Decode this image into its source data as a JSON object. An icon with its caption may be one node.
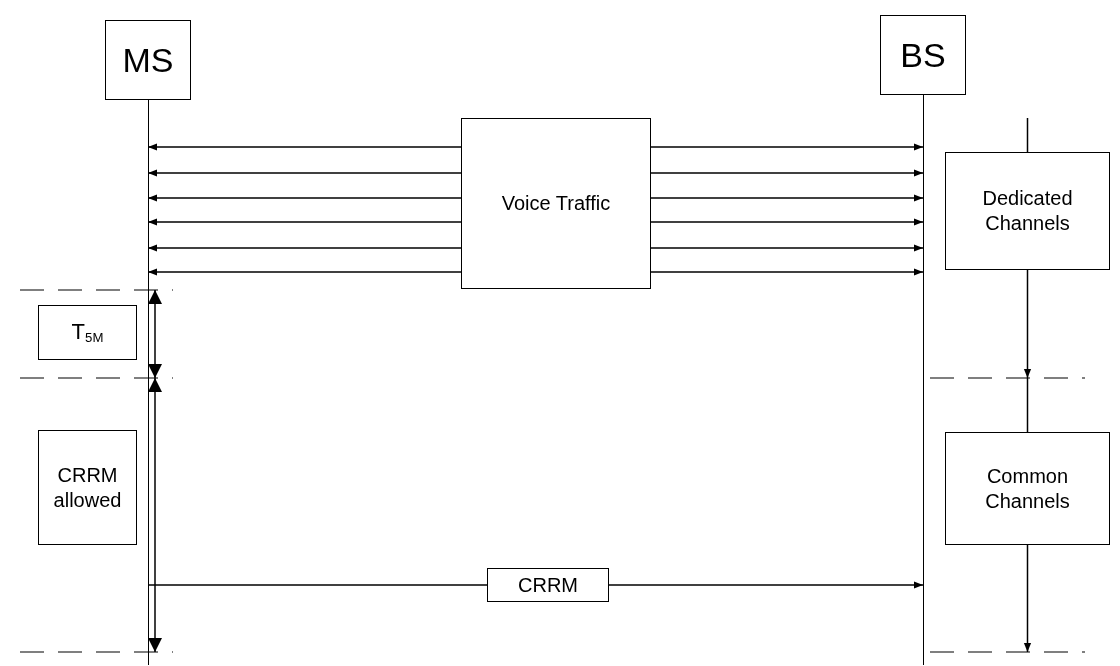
{
  "diagram": {
    "nodes": [
      {
        "text": [
          "MS"
        ]
      },
      {
        "text": [
          "BS"
        ]
      },
      {
        "text": [
          "Voice Traffic"
        ]
      },
      {
        "text": [
          "T$_{5M}$"
        ]
      },
      {
        "text": [
          "CRRM allowed"
        ]
      },
      {
        "text": [
          "CRRM"
        ]
      },
      {
        "text": [
          "Dedicated Channels"
        ]
      },
      {
        "text": [
          "Common Channels"
        ]
      }
    ],
    "edges": [
      {
        "from": 2,
        "to": 0,
        "arrow": "to"
      },
      {
        "from": 2,
        "to": 0,
        "arrow": "to"
      },
      {
        "from": 2,
        "to": 0,
        "arrow": "to"
      },
      {
        "from": 2,
        "to": 0,
        "arrow": "to"
      },
      {
        "from": 2,
        "to": 0,
        "arrow": "to"
      },
      {
        "from": 2,
        "to": 0,
        "arrow": "to"
      },
      {
        "from": 2,
        "to": 1,
        "arrow": "to"
      },
      {
        "from": 2,
        "to": 1,
        "arrow": "to"
      },
      {
        "from": 2,
        "to": 1,
        "arrow": "to"
      },
      {
        "from": 2,
        "to": 1,
        "arrow": "to"
      },
      {
        "from": 2,
        "to": 1,
        "arrow": "to"
      },
      {
        "from": 2,
        "to": 1,
        "arrow": "to"
      },
      {
        "from": 0,
        "to": 5,
        "arrow": "none"
      },
      {
        "from": 5,
        "to": 1,
        "arrow": "to"
      },
      {
        "from": null,
        "to": 6,
        "arrow": "none"
      },
      {
        "from": 6,
        "to": null,
        "arrow": "to"
      },
      {
        "from": null,
        "to": 7,
        "arrow": "none"
      },
      {
        "from": 7,
        "to": null,
        "arrow": "to"
      }
    ]
  }
}
